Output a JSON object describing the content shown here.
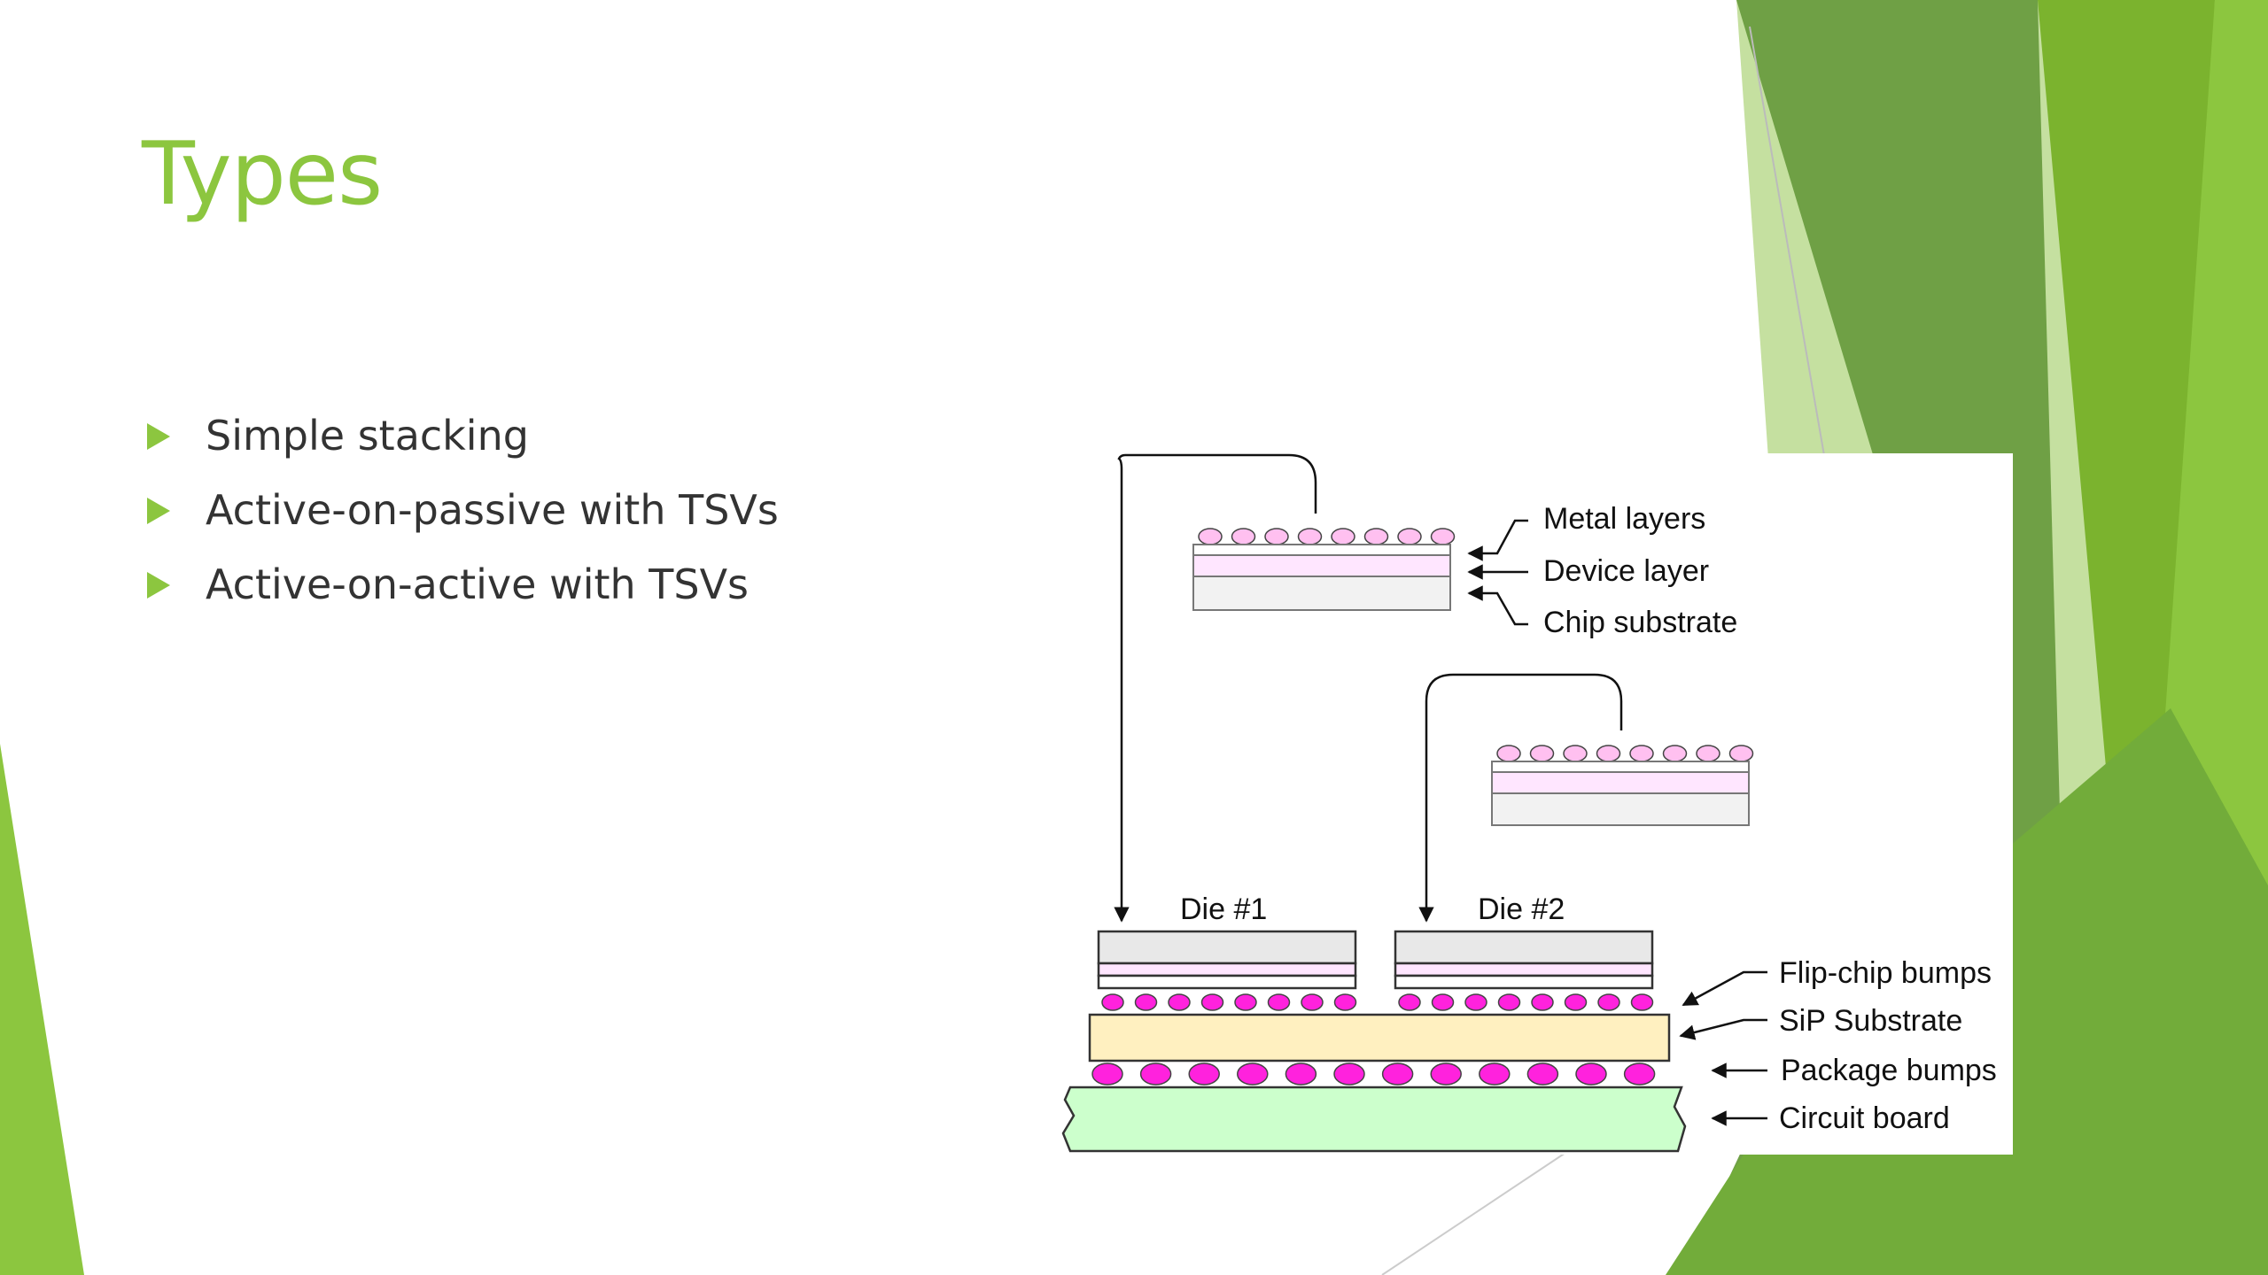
{
  "slide": {
    "title": "Types",
    "bullets": [
      "Simple stacking",
      "Active-on-passive with TSVs",
      "Active-on-active with TSVs"
    ]
  },
  "diagram": {
    "labels": {
      "metal_layers": "Metal layers",
      "device_layer": "Device layer",
      "chip_substrate": "Chip substrate",
      "die1": "Die #1",
      "die2": "Die #2",
      "flip_chip_bumps": "Flip-chip bumps",
      "sip_substrate": "SiP Substrate",
      "package_bumps": "Package bumps",
      "circuit_board": "Circuit board"
    }
  },
  "colors": {
    "accent": "#8cc63f",
    "bump_pink": "#ffc0f0",
    "bump_magenta": "#ff22dd",
    "sip_substrate": "#fff0c0",
    "circuit_board": "#ccffcc"
  }
}
